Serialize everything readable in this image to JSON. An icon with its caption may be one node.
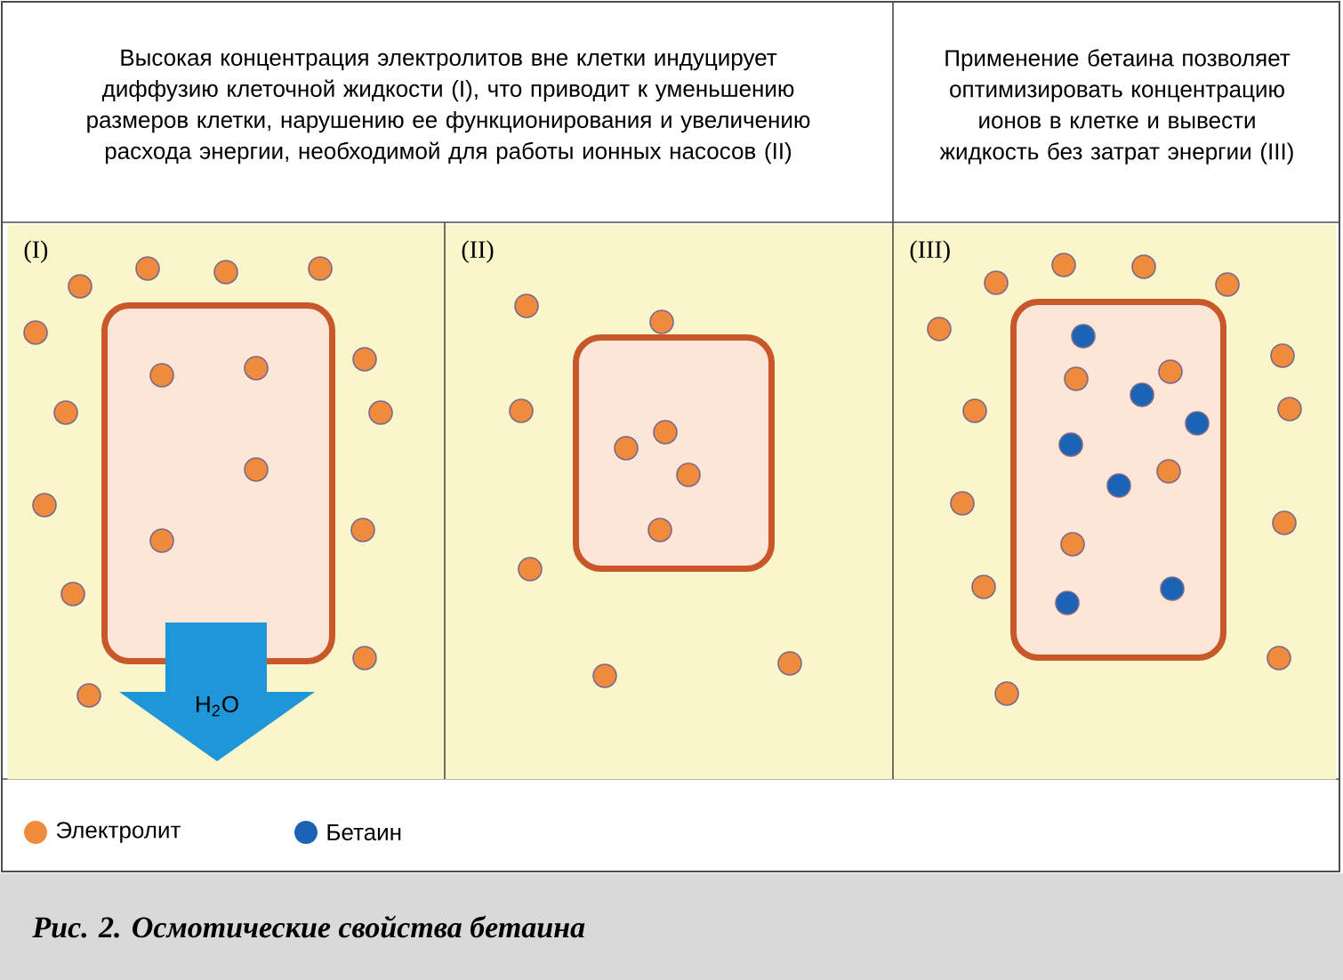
{
  "diagram": {
    "caption": "Рис. 2. Осмотические свойства бетаина",
    "nodes": [
      {
        "text": [
          "(I)"
        ]
      },
      {
        "text": [],
        "shape": "box",
        "in": 0
      },
      {
        "text": [
          "H$_{2}$O"
        ],
        "in": 0
      },
      {
        "text": [
          "(II)"
        ]
      },
      {
        "text": [],
        "shape": "box",
        "in": 3
      },
      {
        "text": [
          "(III)"
        ]
      },
      {
        "text": [],
        "shape": "box",
        "in": 5
      }
    ],
    "labels": [
      "Высокая концентрация электролитов вне клетки индуцирует диффузию клеточной жидкости (I), что приводит к уменьшению размеров клетки, нарушению ее функционирования и увеличению расхода энергии, необходимой для работы ионных насосов (II)",
      "Применение бетаина позволяет оптимизировать концентрацию ионов в клетке и вывести жидкость без затрат энергии (III)"
    ],
    "legend": [
      {
        "text": "Электролит",
        "color": "#f08a3c"
      },
      {
        "text": "Бетаин",
        "color": "#1a63b5"
      }
    ]
  }
}
